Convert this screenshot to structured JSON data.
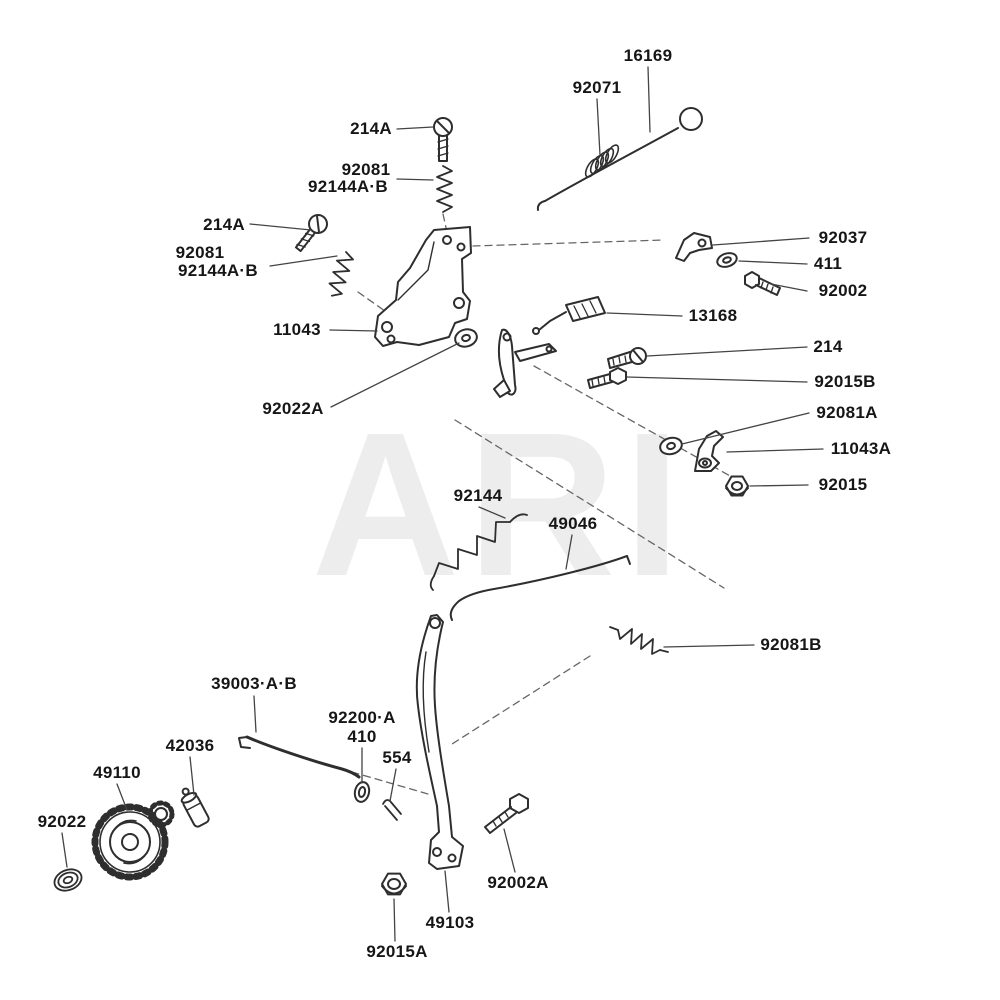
{
  "watermark": "ARI",
  "labels": [
    {
      "id": "16169",
      "text": "16169"
    },
    {
      "id": "92071",
      "text": "92071"
    },
    {
      "id": "214A-1",
      "text": "214A"
    },
    {
      "id": "92081-1",
      "text": "92081"
    },
    {
      "id": "92144AB-1",
      "text": "92144A·B"
    },
    {
      "id": "214A-2",
      "text": "214A"
    },
    {
      "id": "92081-2",
      "text": "92081"
    },
    {
      "id": "92144AB-2",
      "text": "92144A·B"
    },
    {
      "id": "92037",
      "text": "92037"
    },
    {
      "id": "411",
      "text": "411"
    },
    {
      "id": "92002",
      "text": "92002"
    },
    {
      "id": "13168",
      "text": "13168"
    },
    {
      "id": "11043",
      "text": "11043"
    },
    {
      "id": "214",
      "text": "214"
    },
    {
      "id": "92015B",
      "text": "92015B"
    },
    {
      "id": "92022A",
      "text": "92022A"
    },
    {
      "id": "92081A",
      "text": "92081A"
    },
    {
      "id": "11043A",
      "text": "11043A"
    },
    {
      "id": "92015",
      "text": "92015"
    },
    {
      "id": "92144",
      "text": "92144"
    },
    {
      "id": "49046",
      "text": "49046"
    },
    {
      "id": "92081B",
      "text": "92081B"
    },
    {
      "id": "39003AB",
      "text": "39003·A·B"
    },
    {
      "id": "92200A",
      "text": "92200·A"
    },
    {
      "id": "410",
      "text": "410"
    },
    {
      "id": "554",
      "text": "554"
    },
    {
      "id": "42036",
      "text": "42036"
    },
    {
      "id": "49110",
      "text": "49110"
    },
    {
      "id": "92022",
      "text": "92022"
    },
    {
      "id": "92002A",
      "text": "92002A"
    },
    {
      "id": "49103",
      "text": "49103"
    },
    {
      "id": "92015A",
      "text": "92015A"
    }
  ]
}
